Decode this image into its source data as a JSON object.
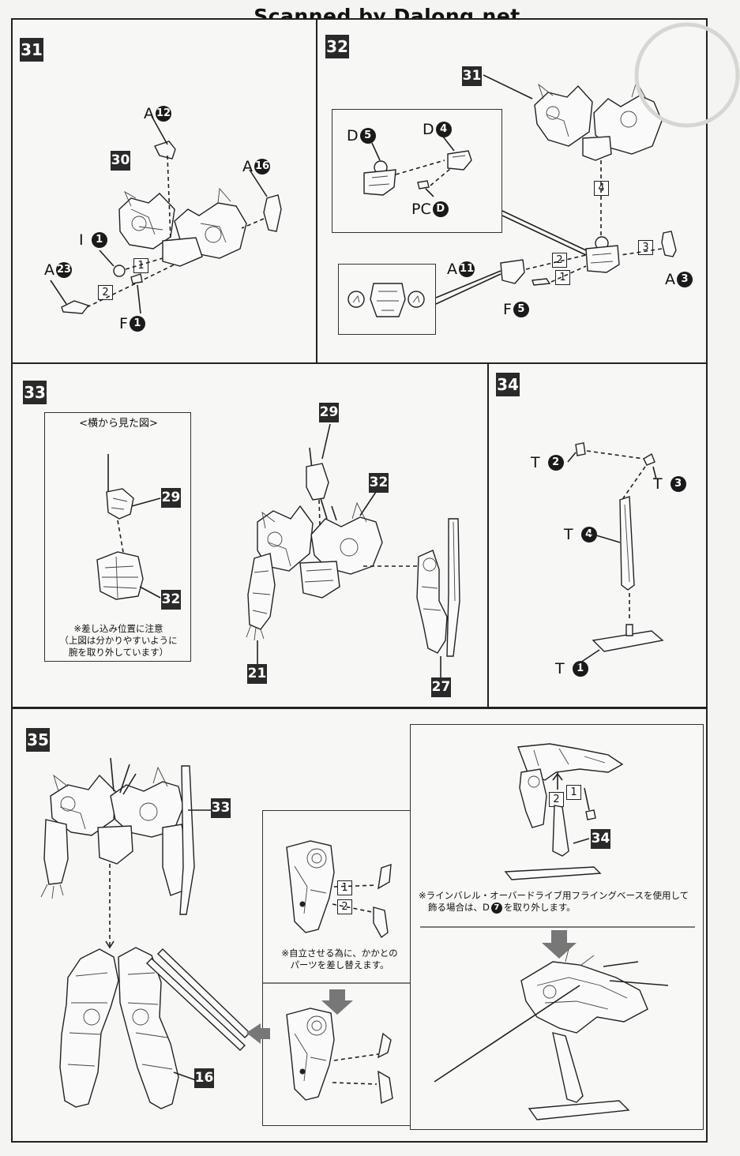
{
  "watermark": "Scanned by Dalong.net",
  "steps": {
    "s31": {
      "number": "31",
      "ref": "30",
      "parts": {
        "a12": {
          "letter": "A",
          "num": "12"
        },
        "a16": {
          "letter": "A",
          "num": "16"
        },
        "i1": {
          "letter": "I",
          "num": "1"
        },
        "a23": {
          "letter": "A",
          "num": "23"
        },
        "f1": {
          "letter": "F",
          "num": "1"
        }
      },
      "order": [
        "1",
        "2"
      ]
    },
    "s32": {
      "number": "32",
      "ref": "31",
      "parts": {
        "d5": {
          "letter": "D",
          "num": "5"
        },
        "d4": {
          "letter": "D",
          "num": "4"
        },
        "pcd": {
          "letter": "PC",
          "num": "D"
        },
        "a11": {
          "letter": "A",
          "num": "11"
        },
        "f5": {
          "letter": "F",
          "num": "5"
        },
        "a3": {
          "letter": "A",
          "num": "3"
        }
      },
      "order": [
        "1",
        "2",
        "3",
        "4"
      ]
    },
    "s33": {
      "number": "33",
      "inset_title": "<横から見た図>",
      "inset_refs": [
        "29",
        "32"
      ],
      "inset_note": [
        "※差し込み位置に注意",
        "（上図は分かりやすいように",
        "腕を取り外しています）"
      ],
      "refs": {
        "head": "29",
        "body": "32",
        "arm_l": "21",
        "arm_r": "27"
      }
    },
    "s34": {
      "number": "34",
      "parts": {
        "t2": {
          "letter": "T",
          "num": "2"
        },
        "t3": {
          "letter": "T",
          "num": "3"
        },
        "t4": {
          "letter": "T",
          "num": "4"
        },
        "t1": {
          "letter": "T",
          "num": "1"
        }
      }
    },
    "s35": {
      "number": "35",
      "refs": {
        "upper": "33",
        "legs": "16",
        "stand": "34"
      },
      "order": [
        "1",
        "2"
      ],
      "heel_note": [
        "※自立させる為に、かかとの",
        "パーツを差し替えます。"
      ],
      "stand_note": [
        "※ラインバレル・オーバードライブ用フライングベースを使用して",
        "飾る場合は、D",
        "を取り外します。"
      ],
      "stand_note_part": "7"
    }
  }
}
